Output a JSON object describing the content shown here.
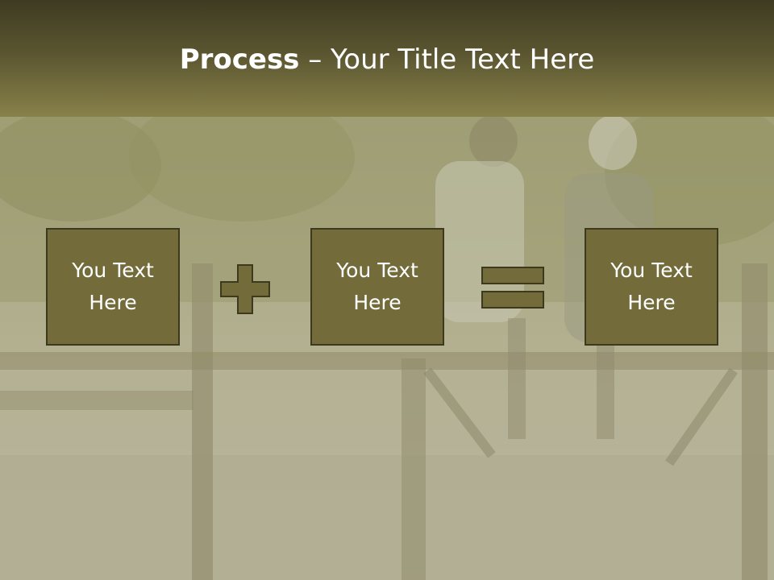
{
  "slide": {
    "title_bold": "Process",
    "title_rest": " – Your Title Text Here"
  },
  "process": {
    "boxes": [
      {
        "line1": "You Text",
        "line2": "Here"
      },
      {
        "line1": "You Text",
        "line2": "Here"
      },
      {
        "line1": "You Text",
        "line2": "Here"
      }
    ],
    "operators": [
      "plus-icon",
      "equals-icon"
    ]
  },
  "colors": {
    "box_fill": "#736b3a",
    "box_border": "#3d391f",
    "operator_fill": "#736b3a",
    "title_bar_dark": "#3e3b22",
    "title_bar_light": "#88814a"
  }
}
